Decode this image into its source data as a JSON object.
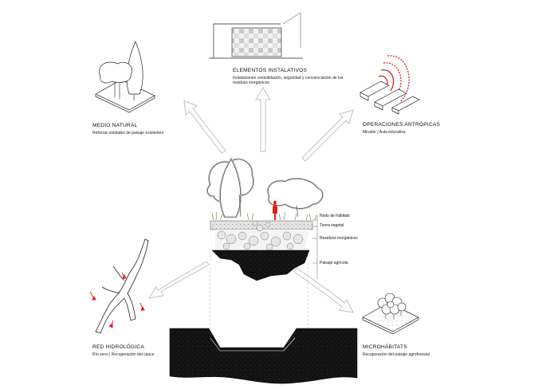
{
  "blocks": {
    "natural": {
      "title": "MEDIO NATURAL",
      "subtitle": "Reforzar unidades de paisaje existentes"
    },
    "instalativos": {
      "title": "ELEMENTOS INSTALATIVOS",
      "subtitle": "Instalaciones consolidación, seguridad y concienciación de los residuos inorgánicos"
    },
    "antropicas": {
      "title": "OPERACIONES ANTRÓPICAS",
      "subtitle": "Mirador | Aula educativa"
    },
    "hidrologica": {
      "title": "RED HIDROLÓGICA",
      "subtitle": "Río seco | Recuperación del cauce"
    },
    "microhabitats": {
      "title": "MICROHÁBITATS",
      "subtitle": "Recuperación del paisaje agroforestal"
    }
  },
  "layers": {
    "nodo": "Nodo de hábitats",
    "tierra": "Tierra vegetal",
    "residuos": "Residuos inorgánicos",
    "agricola": "Paisaje agrícola"
  },
  "colors": {
    "accent_red": "#e0201f",
    "ground_dark": "#111111",
    "gravel": "#d9d9d9",
    "arrow_fill": "#ffffff",
    "arrow_stroke": "#bdbdbd"
  }
}
